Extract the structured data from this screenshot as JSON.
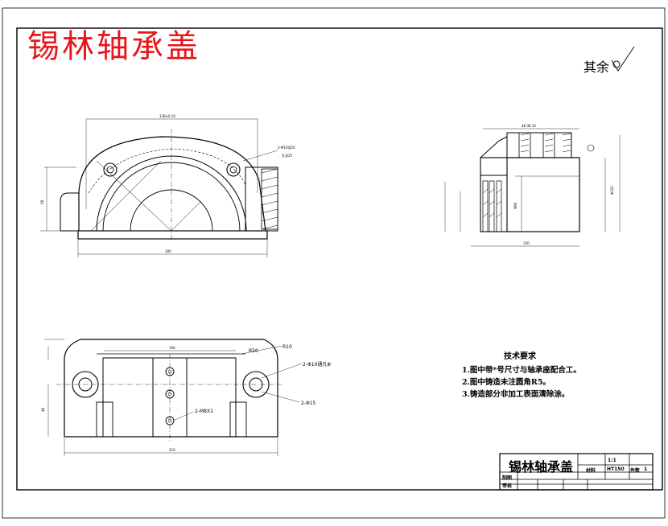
{
  "drawing": {
    "title_red": "锡林轴承盖",
    "surface_note": "其余",
    "tech_requirements": {
      "heading": "技术要求",
      "items": [
        "1.图中带*号尺寸与轴承座配合工。",
        "2.图中铸造未注圆角R5。",
        "3.铸造部分非加工表面清除涂。"
      ]
    },
    "labels": {
      "r10": "R10",
      "r50": "R50",
      "hole1": "2-Φ10通孔Φ",
      "hole2": "2-Φ15",
      "thread": "2-M8X1"
    },
    "title_block": {
      "name": "锡林轴承盖",
      "scale": "1:1",
      "material_label": "材料",
      "material": "HT150",
      "qty_label": "件数",
      "qty": "1",
      "drawn_label": "制图",
      "checked_label": "审核"
    }
  }
}
